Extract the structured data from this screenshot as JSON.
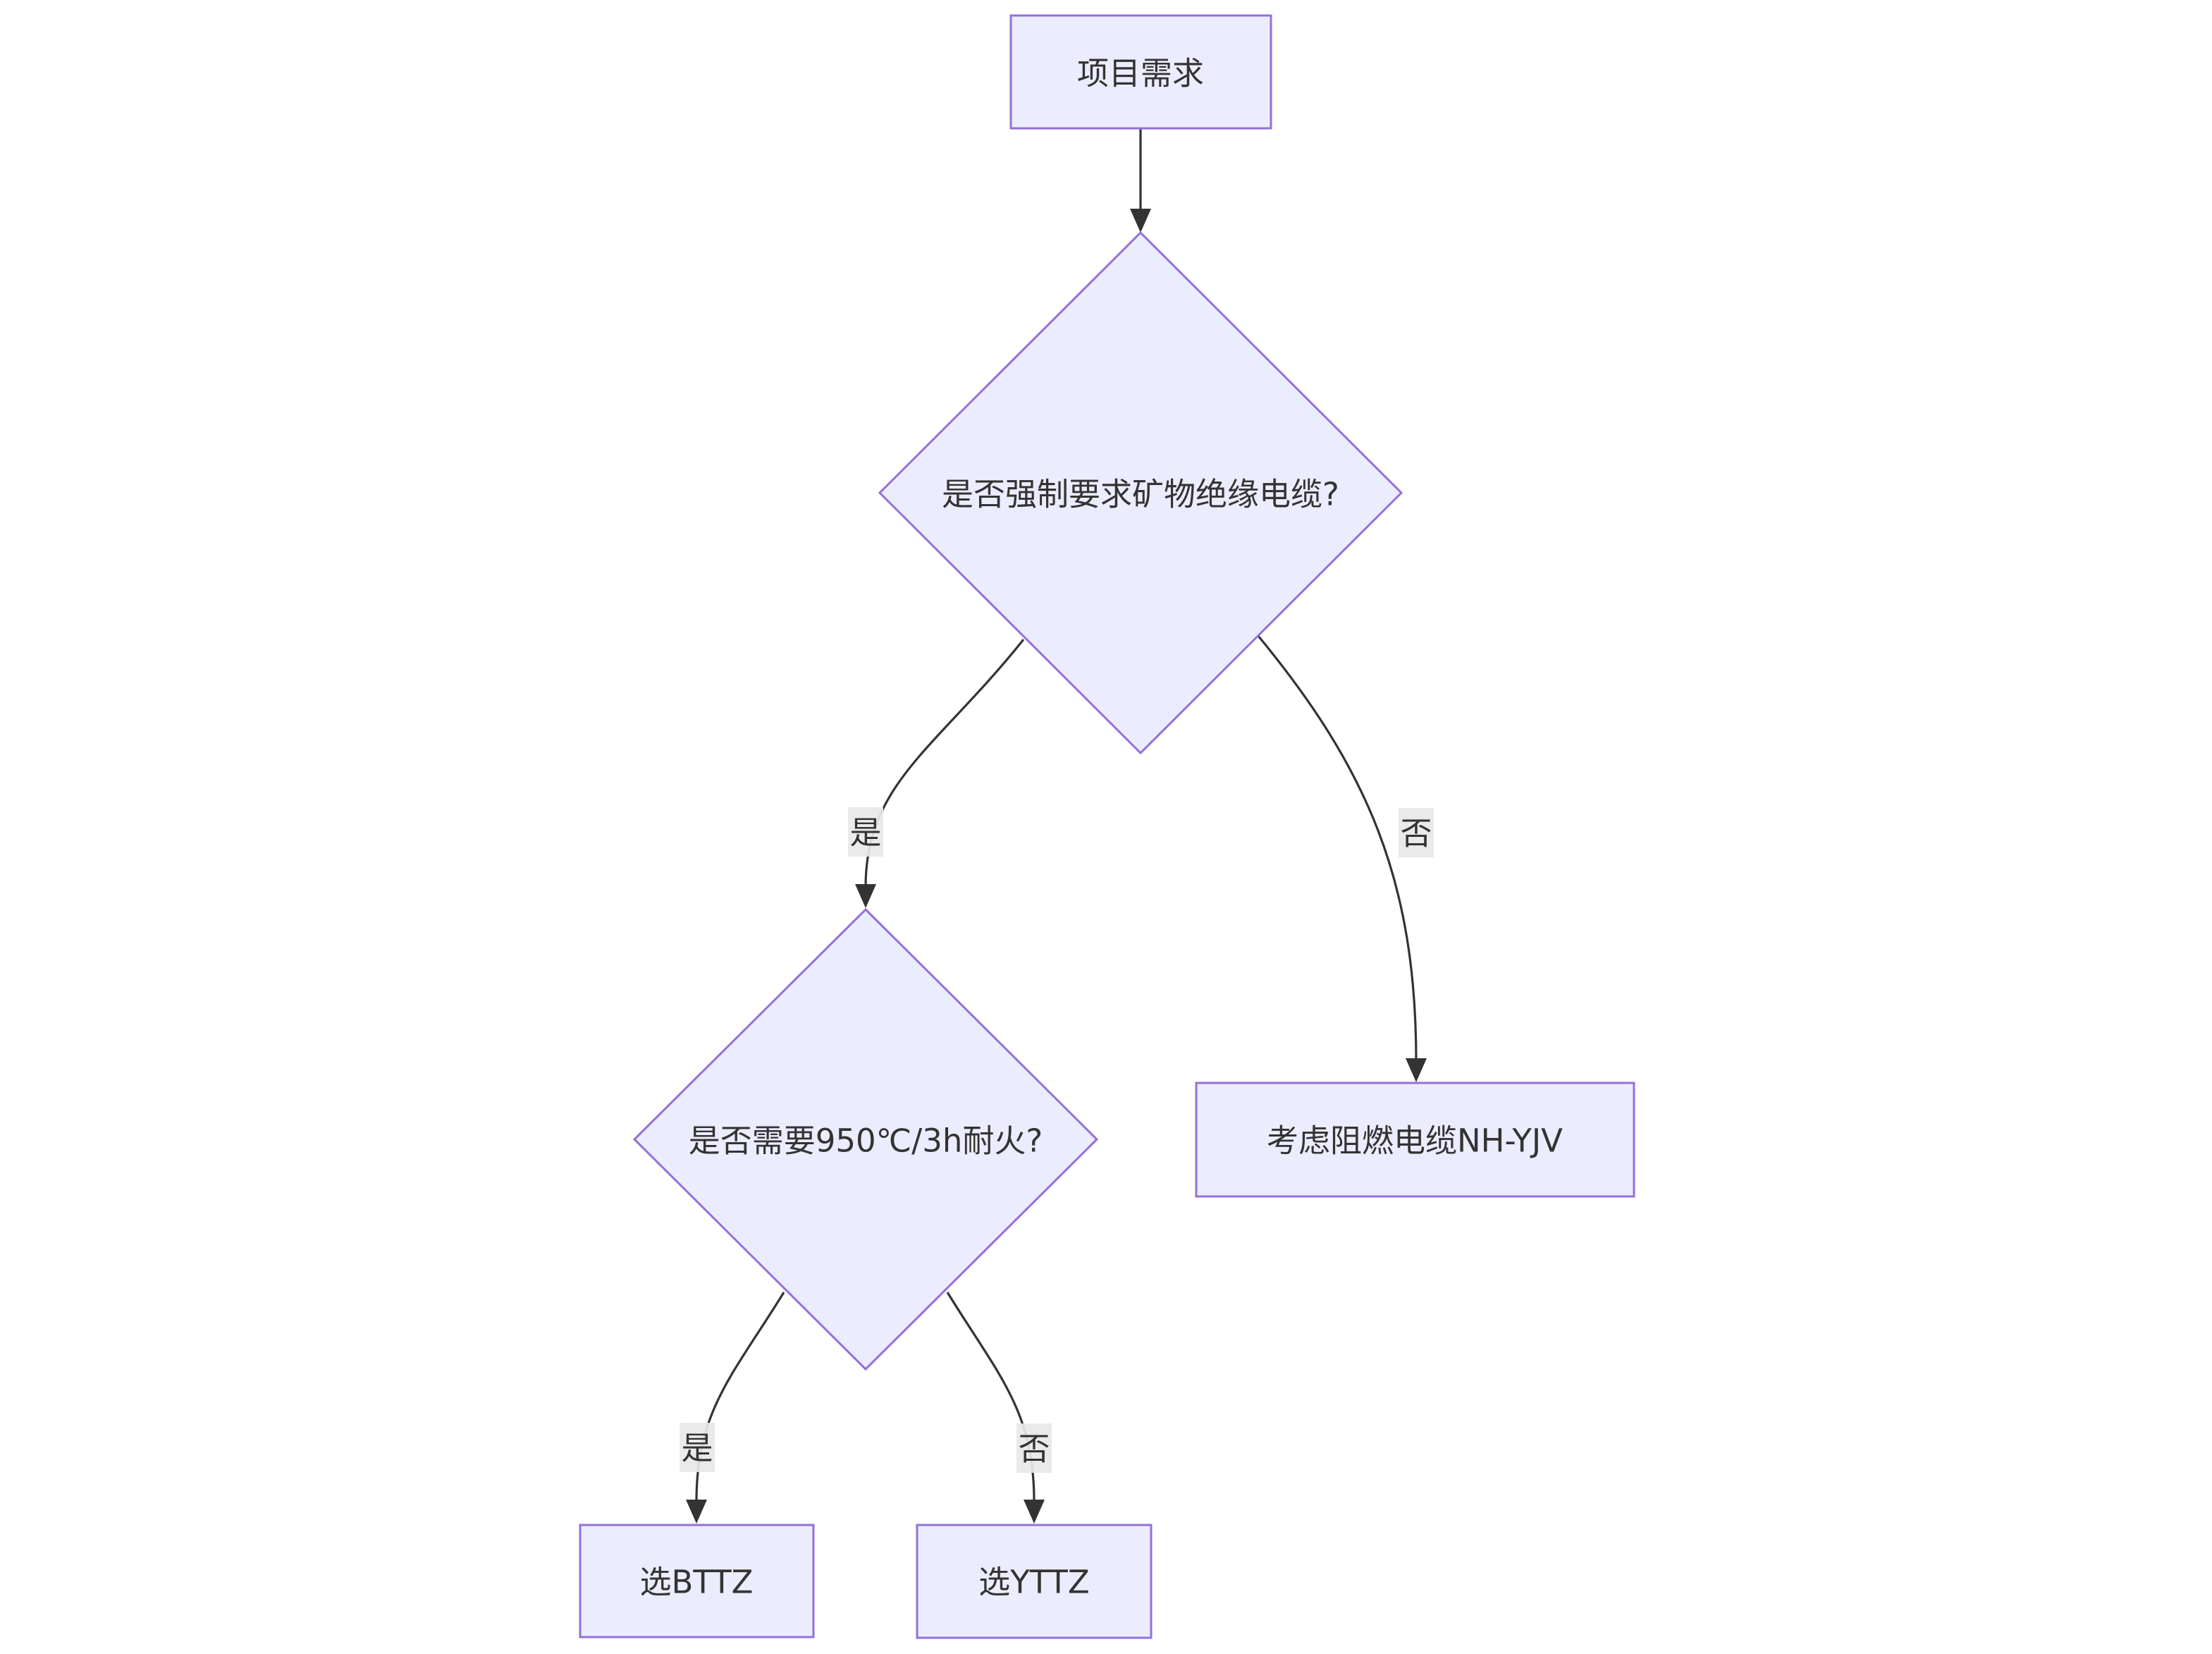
{
  "diagram": {
    "type": "flowchart",
    "direction": "top-down",
    "colors": {
      "background": "#ffffff",
      "node_fill": "#ECECFF",
      "node_border": "#9370DB",
      "edge_line": "#333333",
      "text": "#333333",
      "edge_label_background": "#e8e8e8"
    },
    "nodes": {
      "start": {
        "shape": "rectangle",
        "label": "项目需求"
      },
      "decision_mineral": {
        "shape": "diamond",
        "label": "是否强制要求矿物绝缘电缆?"
      },
      "decision_fire": {
        "shape": "diamond",
        "label": "是否需要950℃/3h耐火?"
      },
      "result_nh_yjv": {
        "shape": "rectangle",
        "label": "考虑阻燃电缆NH-YJV"
      },
      "result_bttz": {
        "shape": "rectangle",
        "label": "选BTTZ"
      },
      "result_yttz": {
        "shape": "rectangle",
        "label": "选YTTZ"
      }
    },
    "edges": {
      "start_to_decision_mineral": {
        "from": "start",
        "to": "decision_mineral",
        "label": ""
      },
      "decision_mineral_yes": {
        "from": "decision_mineral",
        "to": "decision_fire",
        "label": "是"
      },
      "decision_mineral_no": {
        "from": "decision_mineral",
        "to": "result_nh_yjv",
        "label": "否"
      },
      "decision_fire_yes": {
        "from": "decision_fire",
        "to": "result_bttz",
        "label": "是"
      },
      "decision_fire_no": {
        "from": "decision_fire",
        "to": "result_yttz",
        "label": "否"
      }
    }
  }
}
